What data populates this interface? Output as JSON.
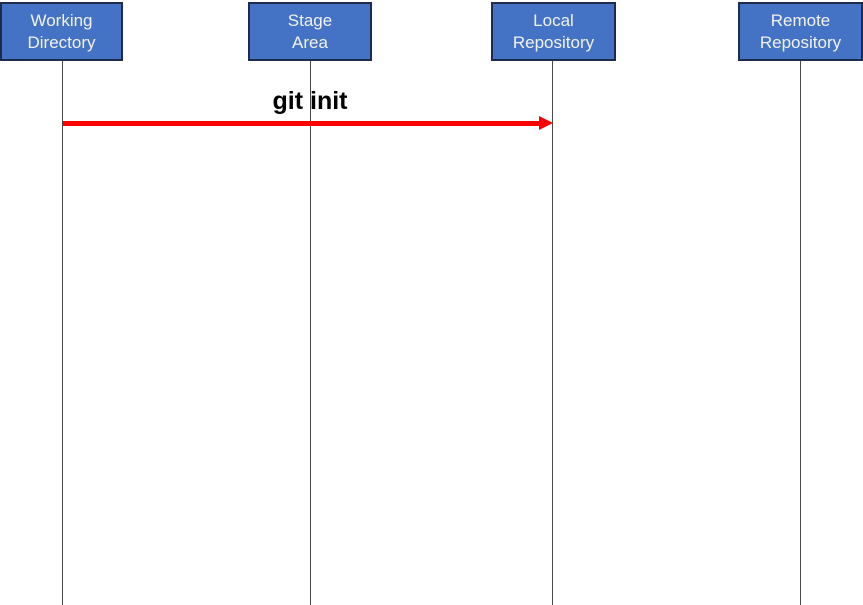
{
  "diagram": {
    "actors": [
      {
        "id": "working-directory",
        "line1": "Working",
        "line2": "Directory"
      },
      {
        "id": "stage-area",
        "line1": "Stage",
        "line2": "Area"
      },
      {
        "id": "local-repository",
        "line1": "Local",
        "line2": "Repository"
      },
      {
        "id": "remote-repository",
        "line1": "Remote",
        "line2": "Repository"
      }
    ],
    "messages": [
      {
        "label": "git init",
        "from": "Working Directory",
        "to": "Local Repository"
      }
    ],
    "colors": {
      "actor_fill": "#4472c4",
      "actor_border": "#1f2b4d",
      "actor_text": "#f2f2f2",
      "lifeline": "#4a4a4a",
      "arrow": "#ff0000",
      "message_text": "#000000"
    }
  }
}
